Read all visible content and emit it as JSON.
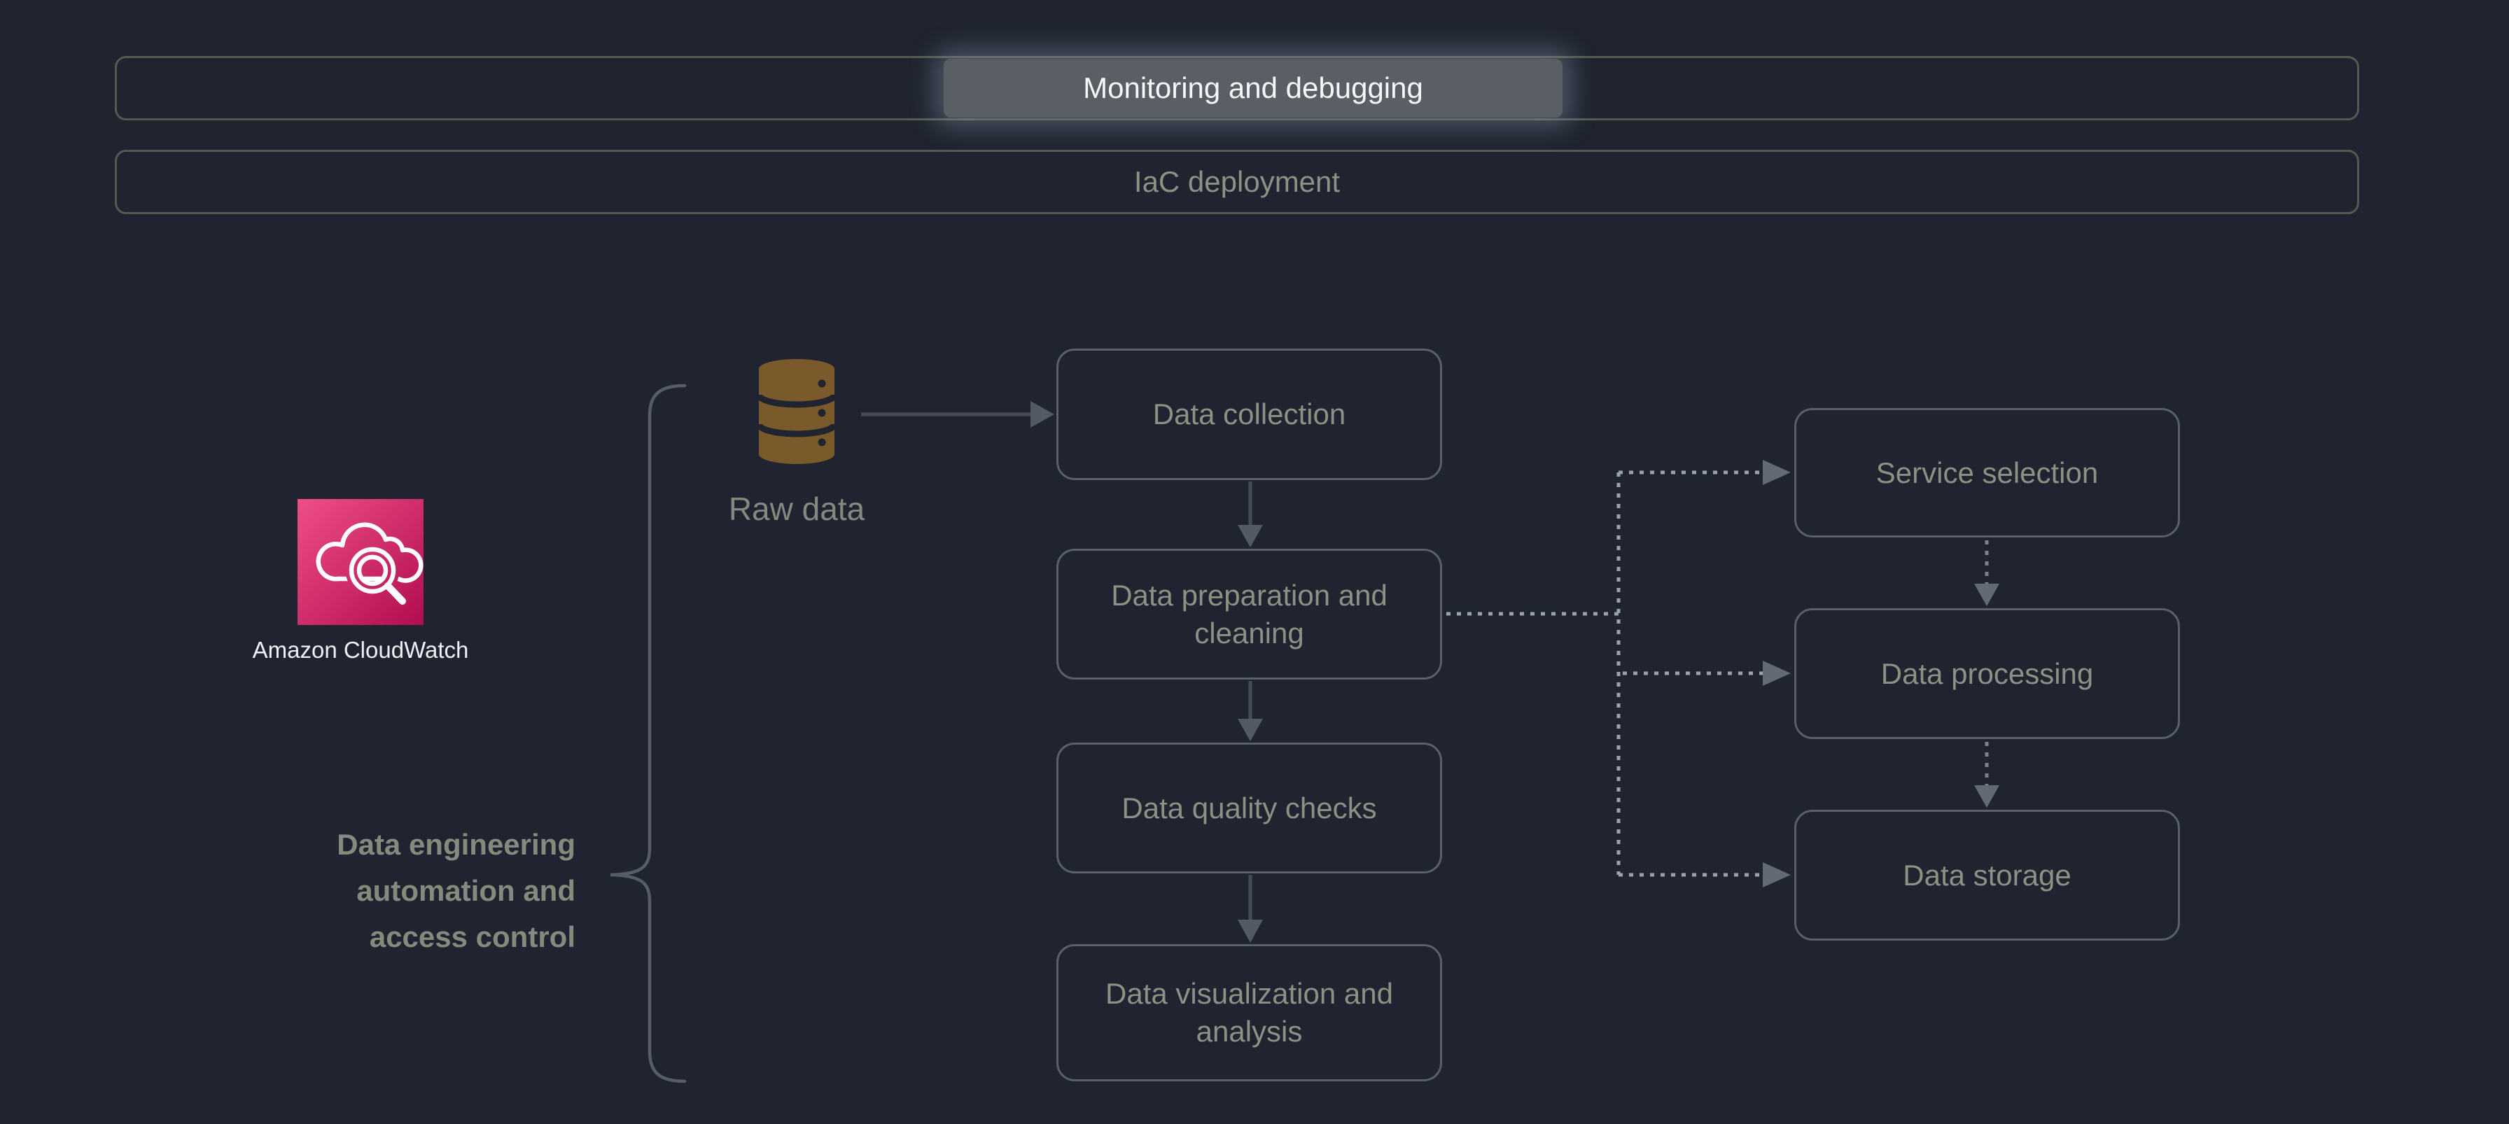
{
  "colors": {
    "background": "#1f2430",
    "bar_border": "#555a52",
    "box_border": "#59606b",
    "dim_text": "#8c9283",
    "note_text": "#838b7d",
    "highlight_pill_bg": "#5a5f66",
    "highlight_text": "#f5f7f8",
    "solid_connector": "#454c58",
    "solid_arrowhead": "#535a66",
    "dotted_connector": "#9ba2ab",
    "dotted_connector_dim": "#7b828c",
    "dotted_arrowhead": "#636a75",
    "brace": "#565d69",
    "database_icon": "#7a5a2a",
    "cloudwatch_gradient_start": "#ef4f87",
    "cloudwatch_gradient_end": "#b10d50"
  },
  "stage_bars": [
    {
      "label": "Monitoring and debugging",
      "highlighted": true
    },
    {
      "label": "IaC deployment",
      "highlighted": false
    }
  ],
  "cloudwatch": {
    "icon": "cloudwatch-icon",
    "label": "Amazon CloudWatch"
  },
  "source": {
    "icon": "database-icon",
    "label": "Raw data"
  },
  "pipeline_nodes": [
    {
      "label": "Data collection"
    },
    {
      "label": "Data preparation and cleaning"
    },
    {
      "label": "Data quality checks"
    },
    {
      "label": "Data visualization and analysis"
    }
  ],
  "service_nodes": [
    {
      "label": "Service selection"
    },
    {
      "label": "Data processing"
    },
    {
      "label": "Data storage"
    }
  ],
  "left_label": {
    "lines": [
      "Data engineering",
      "automation and",
      "access control"
    ]
  }
}
